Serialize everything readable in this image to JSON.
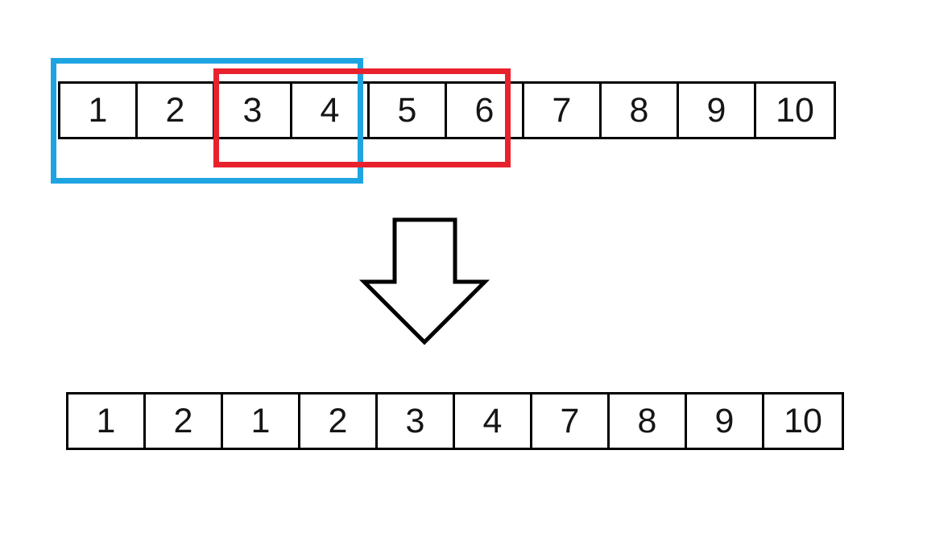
{
  "diagram": {
    "top_array": {
      "cells": [
        "1",
        "2",
        "3",
        "4",
        "5",
        "6",
        "7",
        "8",
        "9",
        "10"
      ]
    },
    "bottom_array": {
      "cells": [
        "1",
        "2",
        "1",
        "2",
        "3",
        "4",
        "7",
        "8",
        "9",
        "10"
      ]
    },
    "arrow_direction": "down"
  },
  "colors": {
    "blue_highlight": "#1FA4E2",
    "red_highlight": "#E8222D",
    "line": "#000000",
    "background": "#FFFFFF"
  }
}
